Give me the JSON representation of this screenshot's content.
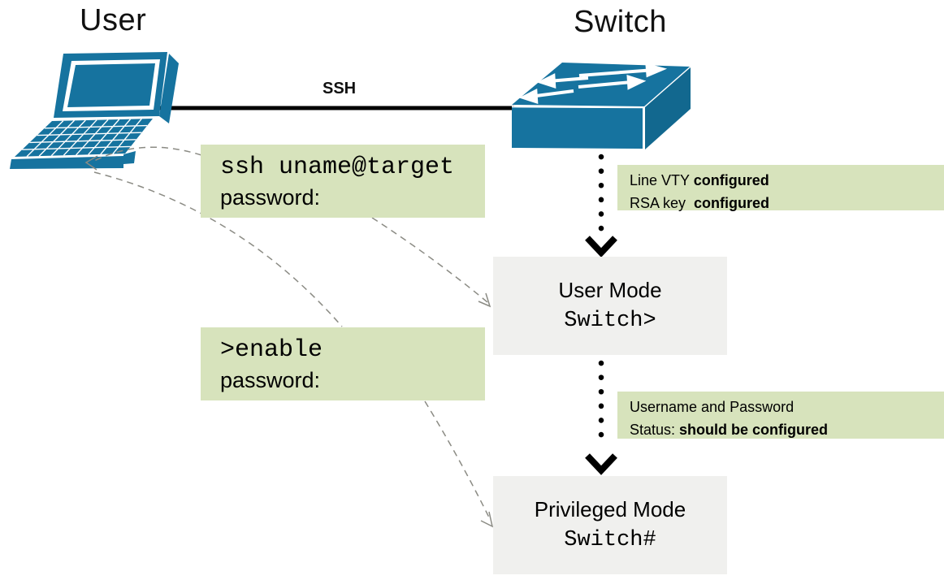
{
  "titles": {
    "user": "User",
    "switch": "Switch",
    "ssh_link": "SSH"
  },
  "command_boxes": {
    "ssh": {
      "command": "ssh uname@target",
      "prompt": "password:"
    },
    "enable": {
      "command": ">enable",
      "prompt": "password:"
    }
  },
  "status_labels": {
    "vty": {
      "line1": "Line VTY ",
      "line1_bold": "configured",
      "line2": "RSA key  ",
      "line2_bold": "configured"
    },
    "credentials": {
      "line1": "Username and Password",
      "line1_bold": "",
      "line2": "Status: ",
      "line2_bold": "should be configured"
    }
  },
  "mode_boxes": {
    "user": {
      "title": "User Mode",
      "prompt": "Switch>"
    },
    "privileged": {
      "title": "Privileged Mode",
      "prompt": "Switch#"
    }
  },
  "icons": {
    "laptop": "laptop-computer",
    "switch": "network-switch-3d",
    "flow_arrow": "bold-chevron-down",
    "connector": "dashed-curved-arrow"
  },
  "colors": {
    "device_blue": "#16739f",
    "device_blue_dark": "#12688f",
    "note_green": "#d7e3bc",
    "mode_gray": "#f0f0ee",
    "cable_black": "#000000",
    "dashed_gray": "#8b8b84"
  }
}
